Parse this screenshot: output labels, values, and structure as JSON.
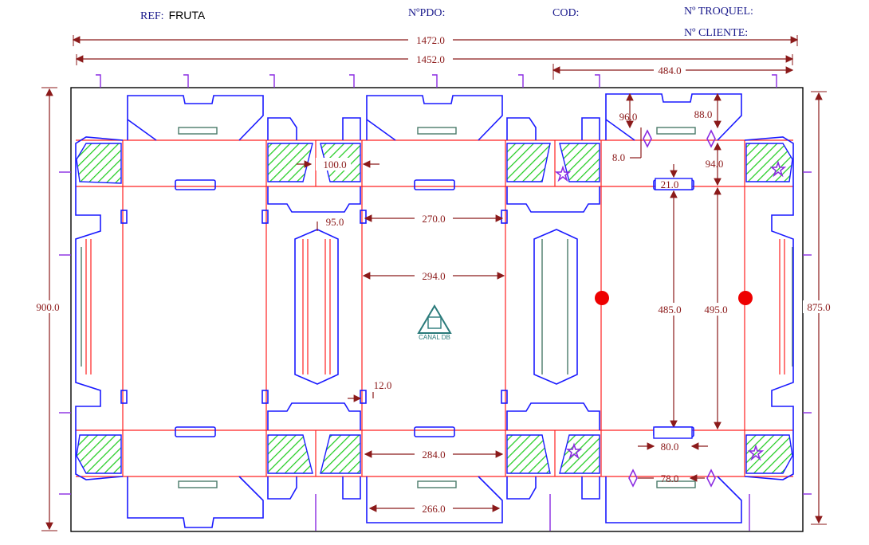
{
  "header": {
    "ref_label": "REF:",
    "ref_value": "FRUTA",
    "npdo_label": "NºPDO:",
    "cod_label": "COD:",
    "troquel_label": "Nº TROQUEL:",
    "cliente_label": "Nº CLIENTE:"
  },
  "dimensions": {
    "overall_width_1": "1472.0",
    "overall_width_2": "1452.0",
    "right_section": "484.0",
    "height_left": "900.0",
    "height_right": "875.0",
    "d96": "96.0",
    "d88": "88.0",
    "d8": "8.0",
    "d94": "94.0",
    "d21": "21.0",
    "d100": "100.0",
    "d95": "95.0",
    "d270": "270.0",
    "d294": "294.0",
    "d485": "485.0",
    "d495": "495.0",
    "d12": "12.0",
    "d80": "80.0",
    "d284": "284.0",
    "d78": "78.0",
    "d266": "266.0"
  },
  "logo_text": "CANAL DB",
  "colors": {
    "cut_line": "#1a1aff",
    "crease_line": "#ff2020",
    "dimension": "#8b1a1a",
    "hatch": "#22cc22",
    "marker": "#8a2be2",
    "dot": "#ee0000"
  }
}
